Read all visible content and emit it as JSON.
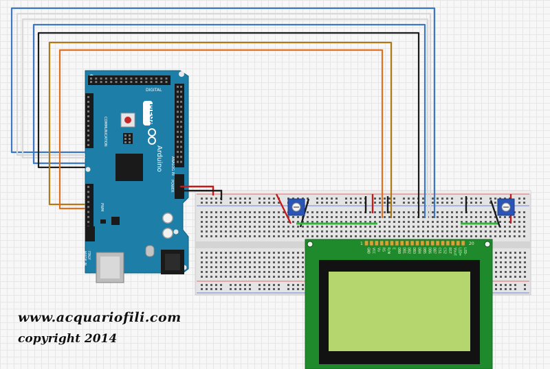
{
  "arduino": {
    "brand": "Arduino",
    "model": "MEGA",
    "header_digital": "DIGITAL",
    "header_analog": "ANALOG IN",
    "header_power": "POWER",
    "made_in": "MADE IN",
    "country": "ITALY",
    "communication": "COMMUNICATION",
    "pwm": "PWM"
  },
  "lcd": {
    "pin_labels": [
      "GND",
      "VCC",
      "Vo",
      "RS",
      "R/W",
      "E",
      "DB0",
      "DB1",
      "DB2",
      "DB3",
      "DB4",
      "DB5",
      "DB6",
      "DB7",
      "CS1",
      "CS2",
      "RST",
      "Vout",
      "LED+",
      "LED-"
    ],
    "marker_left": "1",
    "marker_right": "20",
    "screen_color": "#b5d56f"
  },
  "wire_colors": {
    "blue": "#3a78c4",
    "white": "#d8d8d8",
    "black": "#1a1a1a",
    "brown": "#b07a14",
    "orange": "#e07020",
    "red": "#c41a1a",
    "green": "#2fb83a"
  },
  "credits": {
    "site": "www.acquariofili.com",
    "copyright": "copyright 2014"
  }
}
